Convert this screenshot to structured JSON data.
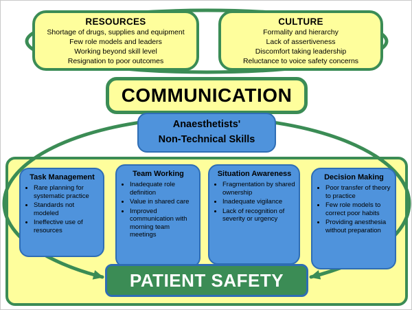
{
  "diagram": {
    "resources": {
      "title": "RESOURCES",
      "items": [
        "Shortage of drugs, supplies and equipment",
        "Few role models and leaders",
        "Working beyond skill level",
        "Resignation to poor outcomes"
      ]
    },
    "culture": {
      "title": "CULTURE",
      "items": [
        "Formality and hierarchy",
        "Lack of assertiveness",
        "Discomfort taking leadership",
        "Reluctance to voice safety concerns"
      ]
    },
    "communication": {
      "title": "COMMUNICATION"
    },
    "ants": {
      "line1": "Anaesthetists'",
      "line2": "Non-Technical Skills"
    },
    "skills": [
      {
        "title": "Task Management",
        "items": [
          "Rare planning for systematic practice",
          "Standards not modeled",
          "Ineffective use of resources"
        ]
      },
      {
        "title": "Team Working",
        "items": [
          "Inadequate role definition",
          "Value in shared care",
          "Improved communication with morning team meetings"
        ]
      },
      {
        "title": "Situation Awareness",
        "items": [
          "Fragmentation by shared ownership",
          "Inadequate vigilance",
          "Lack of recognition of severity or urgency"
        ]
      },
      {
        "title": "Decision Making",
        "items": [
          "Poor transfer of theory to practice",
          "Few role models to correct poor habits",
          "Providing anesthesia without preparation"
        ]
      }
    ],
    "patient_safety": {
      "title": "PATIENT SAFETY"
    },
    "colors": {
      "box_yellow": "#FEFE9C",
      "line_green": "#3B8C55",
      "box_blue": "#4F93DC",
      "border_blue": "#2E6DB4",
      "patient_safety_fill": "#3B8C55",
      "patient_safety_text": "#FFFFFF",
      "text": "#000000"
    }
  }
}
